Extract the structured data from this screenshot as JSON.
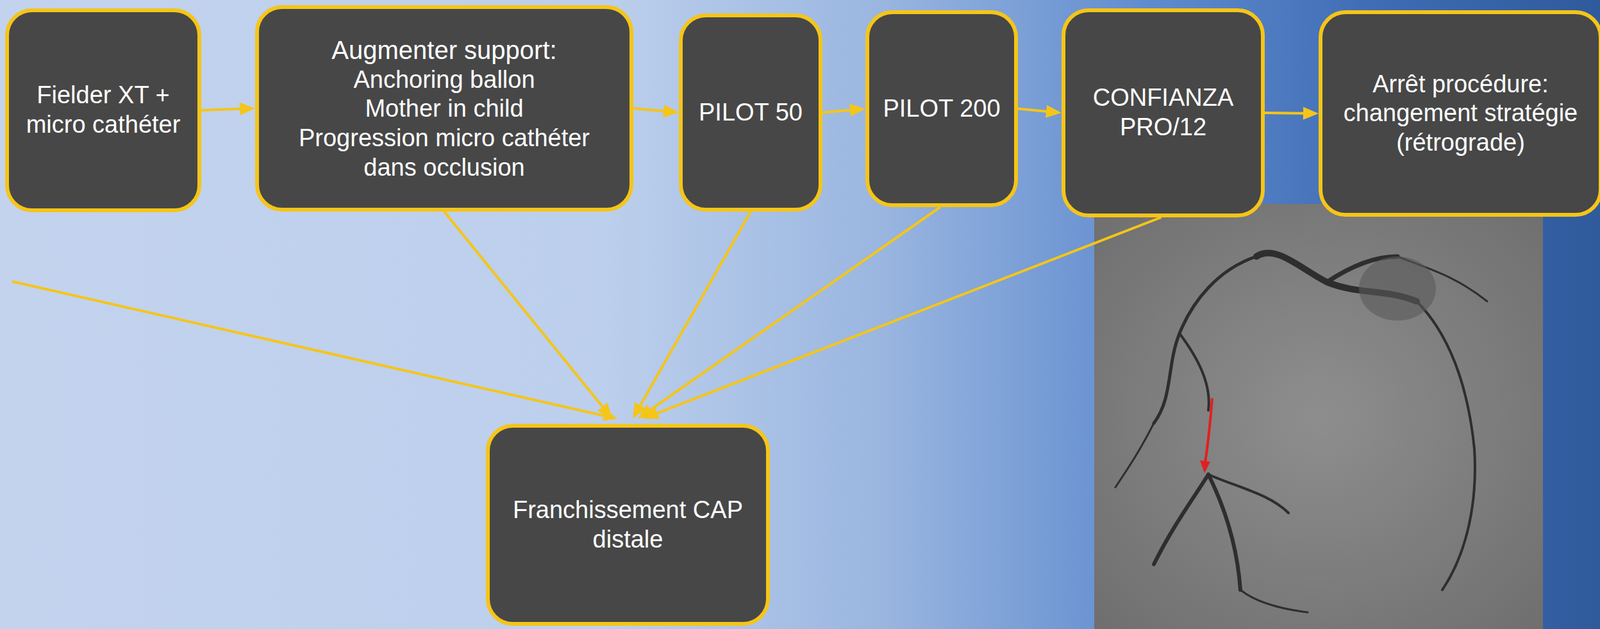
{
  "diagram": {
    "nodes": [
      {
        "text": [
          "Fielder XT + micro cathéter"
        ]
      },
      {
        "text": [
          "Augmenter support:",
          "Anchoring ballon",
          "Mother in child",
          "Progression micro cathéter dans occlusion"
        ]
      },
      {
        "text": [
          "PILOT 50"
        ]
      },
      {
        "text": [
          "PILOT 200"
        ]
      },
      {
        "text": [
          "CONFIANZA PRO/12"
        ]
      },
      {
        "text": [
          "Arrêt procédure: changement stratégie (rétrograde)"
        ]
      },
      {
        "text": [
          "Franchissement CAP distale"
        ]
      }
    ],
    "edges": [
      {
        "from": 0,
        "to": 1,
        "arrow": "to"
      },
      {
        "from": 1,
        "to": 2,
        "arrow": "to"
      },
      {
        "from": 2,
        "to": 3,
        "arrow": "to"
      },
      {
        "from": 3,
        "to": 4,
        "arrow": "to"
      },
      {
        "from": 4,
        "to": 5,
        "arrow": "to"
      },
      {
        "from": 1,
        "to": 6,
        "arrow": "to"
      },
      {
        "from": 2,
        "to": 6,
        "arrow": "to"
      },
      {
        "from": 3,
        "to": 6,
        "arrow": "to"
      },
      {
        "from": 4,
        "to": 6,
        "arrow": "to"
      }
    ]
  }
}
